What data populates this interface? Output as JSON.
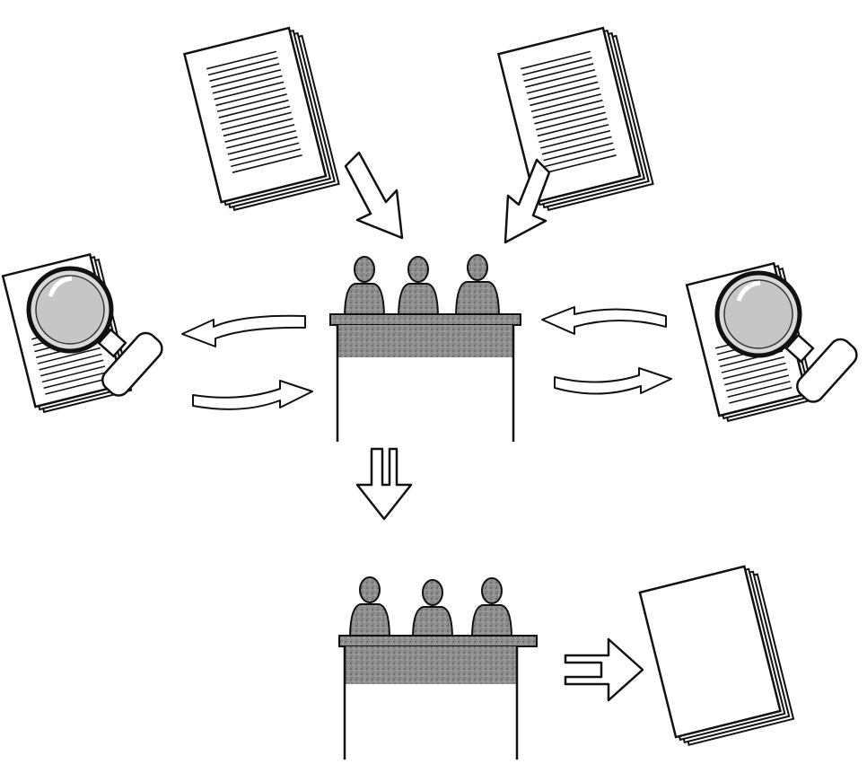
{
  "diagram": {
    "nodes": [
      {
        "id": "submission-a",
        "kind": "document-stack",
        "lines": true
      },
      {
        "id": "submission-b",
        "kind": "document-stack",
        "lines": true
      },
      {
        "id": "review-left",
        "kind": "document-under-magnifier"
      },
      {
        "id": "review-right",
        "kind": "document-under-magnifier"
      },
      {
        "id": "panel-initial",
        "kind": "panel-of-three-people"
      },
      {
        "id": "panel-final",
        "kind": "panel-of-three-people"
      },
      {
        "id": "result-document",
        "kind": "blank-document-stack"
      }
    ],
    "edges": [
      {
        "from": "submission-a",
        "to": "panel-initial",
        "style": "hollow-arrow"
      },
      {
        "from": "submission-b",
        "to": "panel-initial",
        "style": "hollow-arrow"
      },
      {
        "from": "panel-initial",
        "to": "review-left",
        "style": "curved-arrow"
      },
      {
        "from": "review-left",
        "to": "panel-initial",
        "style": "curved-arrow"
      },
      {
        "from": "review-right",
        "to": "panel-initial",
        "style": "curved-arrow"
      },
      {
        "from": "panel-initial",
        "to": "review-right",
        "style": "curved-arrow"
      },
      {
        "from": "panel-initial",
        "to": "panel-final",
        "style": "hollow-arrow"
      },
      {
        "from": "panel-final",
        "to": "result-document",
        "style": "hollow-arrow"
      }
    ]
  },
  "colors": {
    "ink": "#111111",
    "tone": "#8a8a8a",
    "paper": "#ffffff"
  }
}
